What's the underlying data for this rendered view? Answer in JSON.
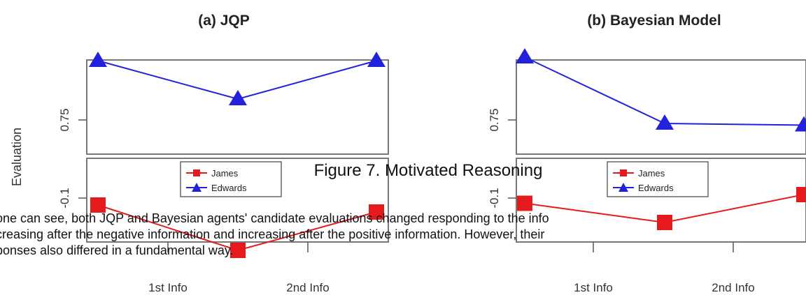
{
  "caption": "Figure 7. Motivated Reasoning",
  "body_lines": [
    "one can see, both JQP and Bayesian agents' candidate evaluations changed responding to the info",
    "creasing after the negative information and increasing after the positive information. However, their",
    "ponses also differed in a fundamental way."
  ],
  "colors": {
    "james": "#e41a1c",
    "edwards": "#2222dd",
    "frame": "#777777"
  },
  "chart_data": [
    {
      "type": "line",
      "title": "(a) JQP",
      "ylabel": "Evaluation",
      "x_ticks": [
        "1st Info",
        "2nd Info"
      ],
      "upper_y_ticks": [
        "0.75"
      ],
      "lower_y_ticks": [
        "-0.1"
      ],
      "legend": {
        "placement": "inside-top-left",
        "entries": [
          "James",
          "Edwards"
        ]
      },
      "series": [
        {
          "name": "Edwards",
          "marker": "triangle",
          "values": [
            0.92,
            0.81,
            0.92
          ]
        },
        {
          "name": "James",
          "marker": "square",
          "values": [
            -0.12,
            -0.25,
            -0.14
          ]
        }
      ]
    },
    {
      "type": "line",
      "title": "(b) Bayesian Model",
      "ylabel": "",
      "x_ticks": [
        "1st Info",
        "2nd Info"
      ],
      "upper_y_ticks": [
        "0.75"
      ],
      "lower_y_ticks": [
        "-0.1"
      ],
      "legend": {
        "placement": "inside-top-left",
        "entries": [
          "James",
          "Edwards"
        ]
      },
      "series": [
        {
          "name": "Edwards",
          "marker": "triangle",
          "values": [
            0.93,
            0.74,
            0.735
          ]
        },
        {
          "name": "James",
          "marker": "square",
          "values": [
            -0.115,
            -0.17,
            -0.09
          ]
        }
      ]
    }
  ]
}
